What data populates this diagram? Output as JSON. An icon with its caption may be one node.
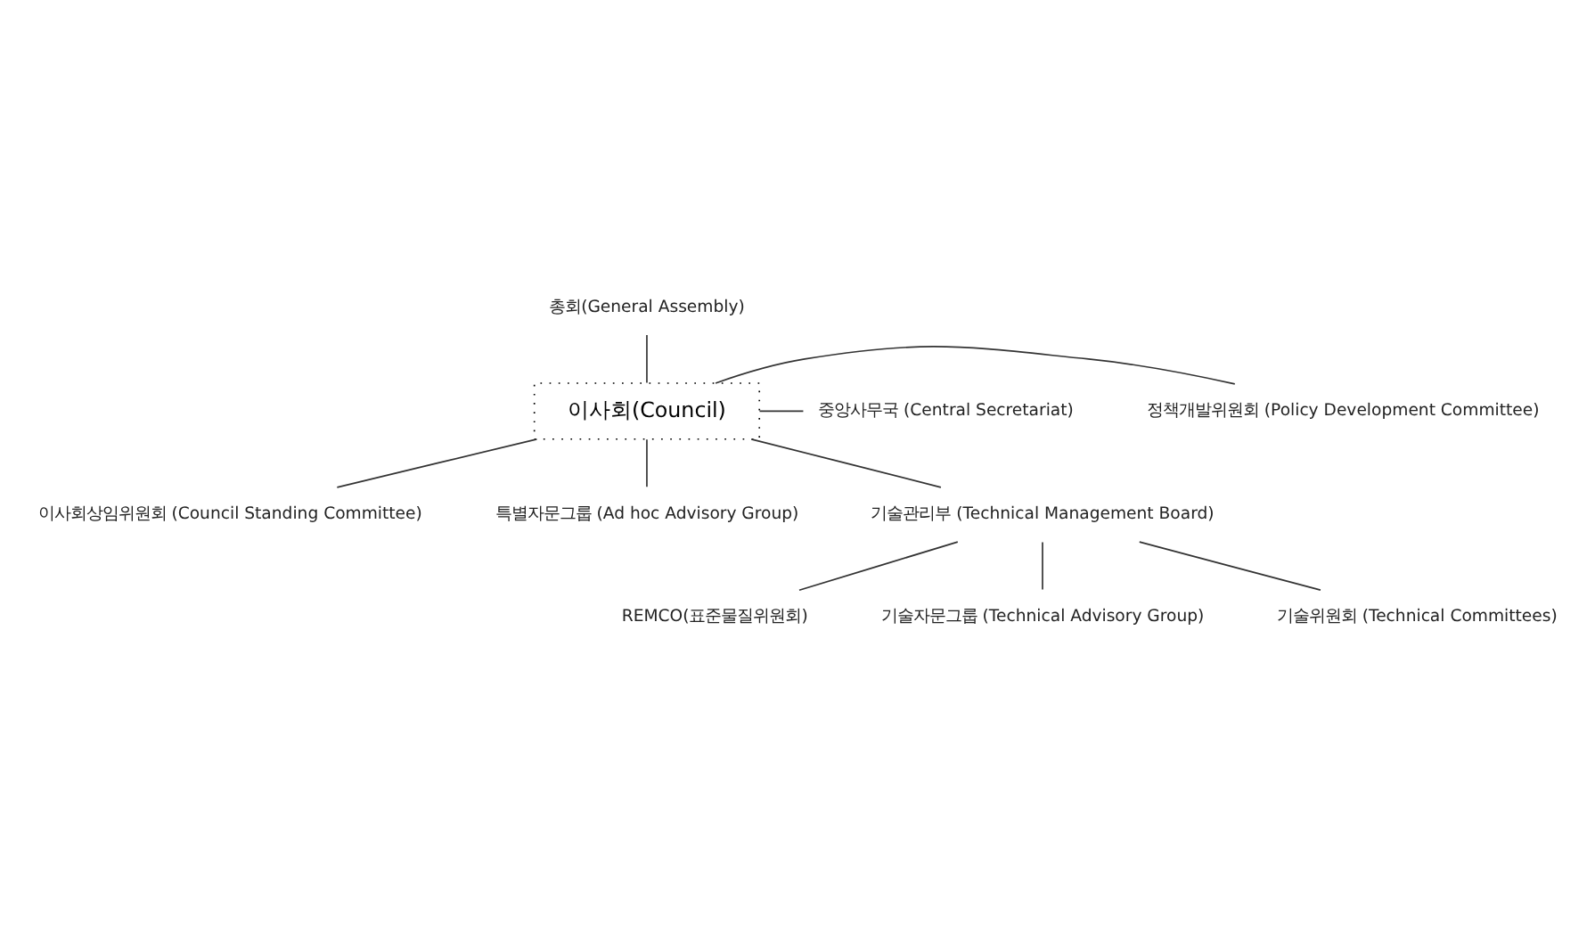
{
  "diagram": {
    "nodes": [
      {
        "text": [
          "총회(General Assembly)"
        ]
      },
      {
        "text": [
          "정책개발위원회 (Policy Development Committee)"
        ]
      },
      {
        "text": [
          "이사회상임위원회 (Council Standing Committee)"
        ]
      },
      {
        "text": [
          "특별자문그룹 (Ad hoc Advisory Group)"
        ]
      },
      {
        "text": [
          "이사회(Council)"
        ]
      },
      {
        "text": [
          "중앙사무국 (Central Secretariat)"
        ]
      },
      {
        "text": [
          "기술관리부 (Technical Management Board)"
        ]
      },
      {
        "text": [
          "REMCO(표준물질위원회)"
        ]
      },
      {
        "text": [
          "기술자문그룹 (Technical Advisory Group)"
        ]
      },
      {
        "text": [
          "기술위원회 (Technical Committees)"
        ]
      }
    ],
    "edges": [
      {
        "from": 0,
        "to": 4,
        "arrow": "none"
      },
      {
        "from": 4,
        "to": 1,
        "arrow": "none"
      },
      {
        "from": 4,
        "to": 2,
        "arrow": "none"
      },
      {
        "from": 4,
        "to": 3,
        "arrow": "none"
      },
      {
        "from": 4,
        "to": 5,
        "arrow": "none"
      },
      {
        "from": 4,
        "to": 6,
        "arrow": "none"
      },
      {
        "from": 6,
        "to": 7,
        "arrow": "none"
      },
      {
        "from": 6,
        "to": 8,
        "arrow": "none"
      },
      {
        "from": 6,
        "to": 9,
        "arrow": "none"
      }
    ]
  }
}
